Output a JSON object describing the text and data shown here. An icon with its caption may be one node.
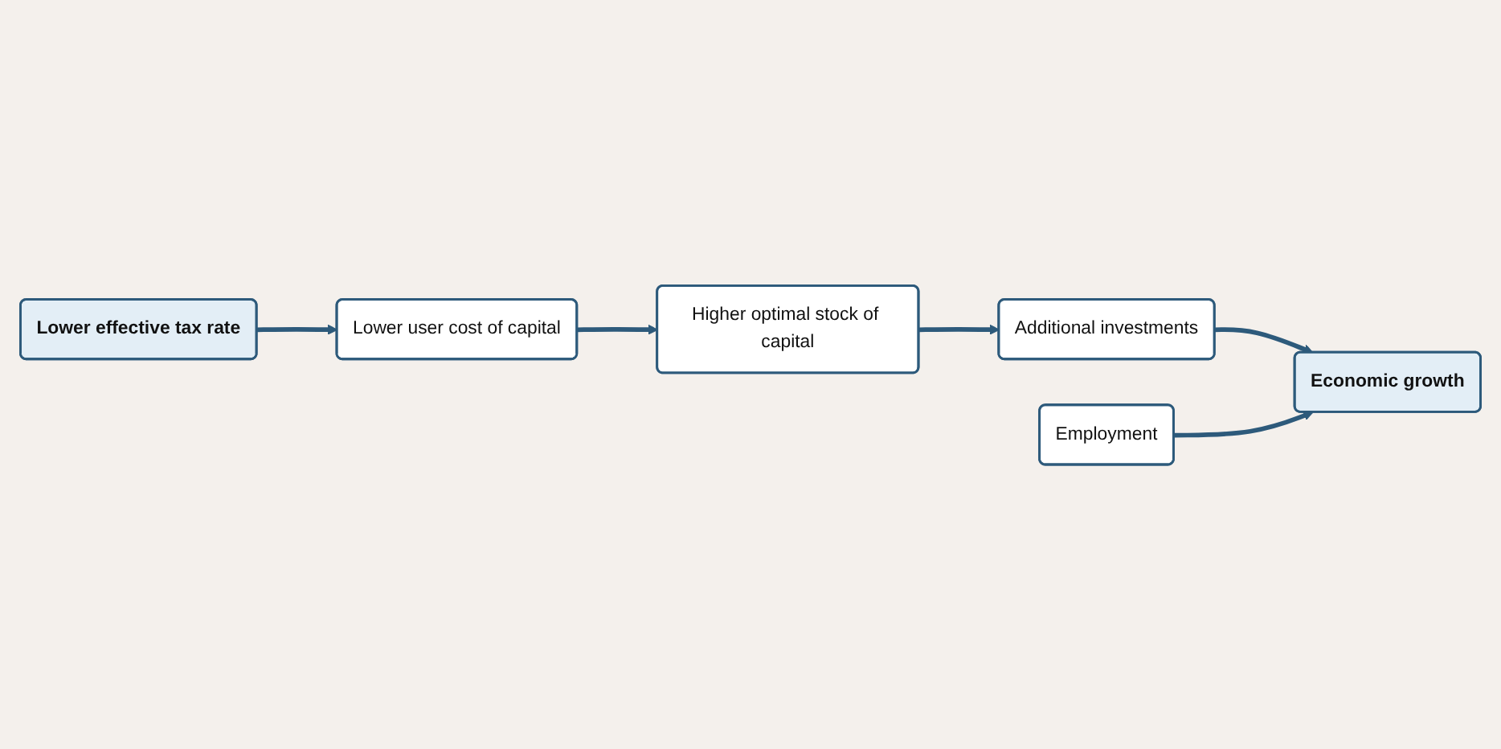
{
  "diagram": {
    "nodes": [
      {
        "text": [
          "Lower effective tax rate"
        ]
      },
      {
        "text": [
          "Lower user cost of capital"
        ]
      },
      {
        "text": [
          "Higher optimal stock of capital"
        ]
      },
      {
        "text": [
          "Additional investments"
        ]
      },
      {
        "text": [
          "Employment"
        ]
      },
      {
        "text": [
          "Economic growth"
        ]
      }
    ],
    "edges": [
      {
        "from": 0,
        "to": 1,
        "arrow": "to"
      },
      {
        "from": 1,
        "to": 2,
        "arrow": "to"
      },
      {
        "from": 2,
        "to": 3,
        "arrow": "to"
      },
      {
        "from": 3,
        "to": 5,
        "arrow": "to"
      },
      {
        "from": 4,
        "to": 5,
        "arrow": "to"
      }
    ]
  }
}
